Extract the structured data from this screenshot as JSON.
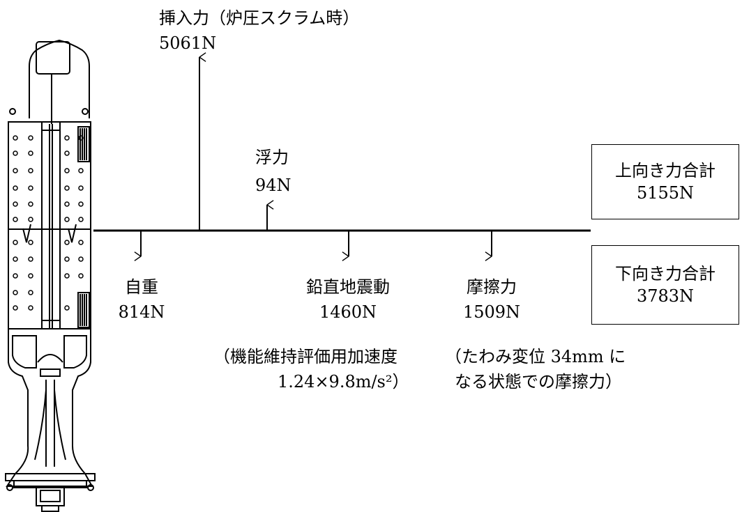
{
  "forces_up": [
    {
      "label": "挿入力（炉圧スクラム時）",
      "value": "5061N"
    },
    {
      "label": "浮力",
      "value": "94N"
    }
  ],
  "forces_down": [
    {
      "label": "自重",
      "value": "814N"
    },
    {
      "label": "鉛直地震動",
      "value": "1460N"
    },
    {
      "label": "摩擦力",
      "value": "1509N"
    }
  ],
  "notes": {
    "seismic_line1": "（機能維持評価用加速度",
    "seismic_line2": "1.24×9.8m/s²）",
    "friction_line1": "（たわみ変位 34mm に",
    "friction_line2": "なる状態での摩擦力）"
  },
  "totals": {
    "up": {
      "label": "上向き力合計",
      "value": "5155N"
    },
    "down": {
      "label": "下向き力合計",
      "value": "3783N"
    }
  }
}
